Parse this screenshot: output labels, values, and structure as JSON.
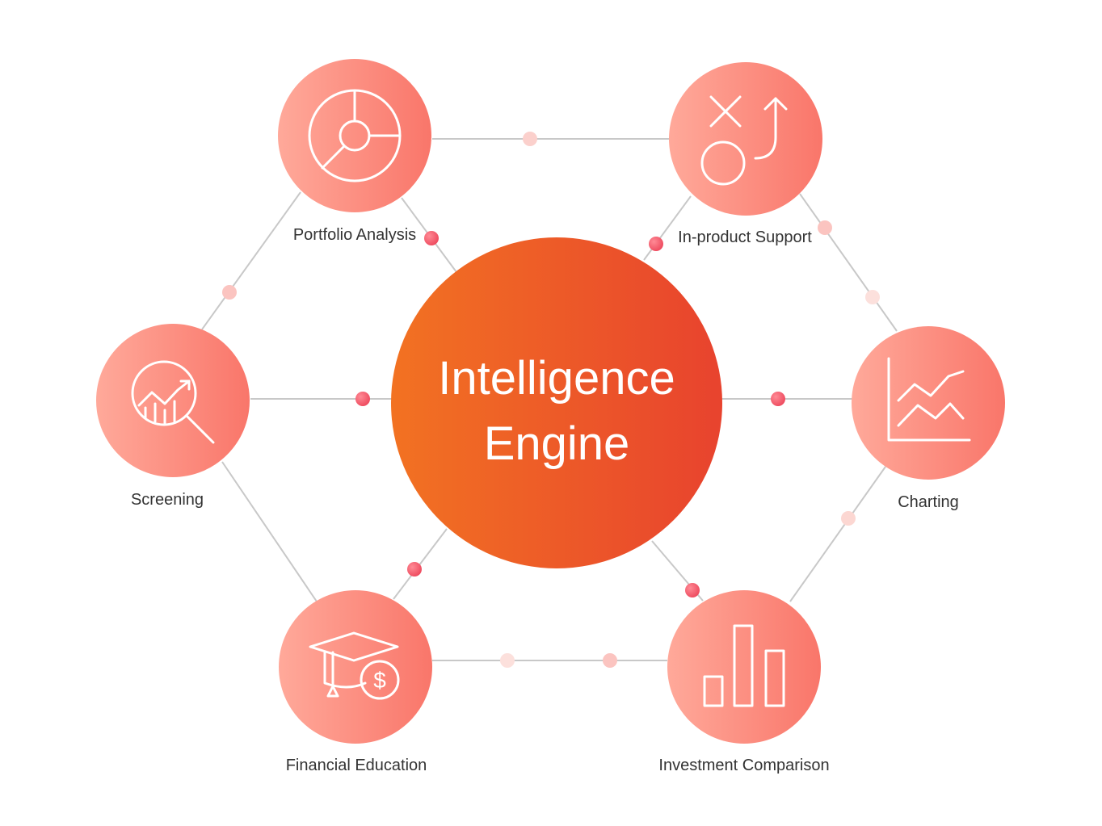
{
  "center": {
    "line1": "Intelligence",
    "line2": "Engine"
  },
  "nodes": [
    {
      "label": "Portfolio Analysis",
      "icon": "pie-chart-icon"
    },
    {
      "label": "In-product Support",
      "icon": "strategy-icon"
    },
    {
      "label": "Screening",
      "icon": "magnifier-trend-icon"
    },
    {
      "label": "Charting",
      "icon": "line-chart-icon"
    },
    {
      "label": "Financial Education",
      "icon": "graduation-cap-dollar-icon"
    },
    {
      "label": "Investment Comparison",
      "icon": "bar-chart-icon"
    }
  ],
  "colors": {
    "node_gradient_start": "#FFA99A",
    "node_gradient_end": "#F9766A",
    "center_gradient_start": "#F27222",
    "center_gradient_end": "#E8432E",
    "connector_line": "#C8C8C8",
    "dot_strong": "#F05468",
    "dot_light": "#FBD0CC",
    "label_text": "#333333"
  }
}
